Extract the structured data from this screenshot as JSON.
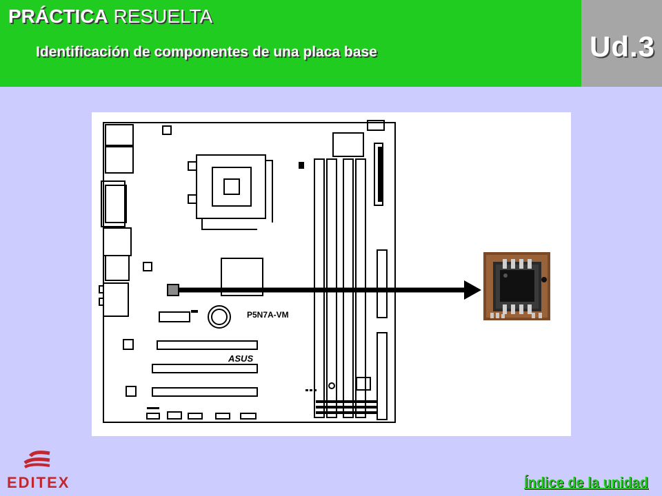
{
  "header": {
    "title_bold": "PRÁCTICA",
    "title_regular": "RESUELTA",
    "subtitle": "Identificación de componentes de una placa base",
    "unit_label": "Ud.3"
  },
  "diagram": {
    "board_model": "P5N7A-VM",
    "brand_mark": "ASUS"
  },
  "footer": {
    "logo_text": "EDITEX",
    "index_link": "Índice de la unidad"
  },
  "colors": {
    "background": "#ccccff",
    "header_green": "#1fcc1f",
    "unit_gray": "#a6a6a6",
    "logo_red": "#c1272d"
  }
}
